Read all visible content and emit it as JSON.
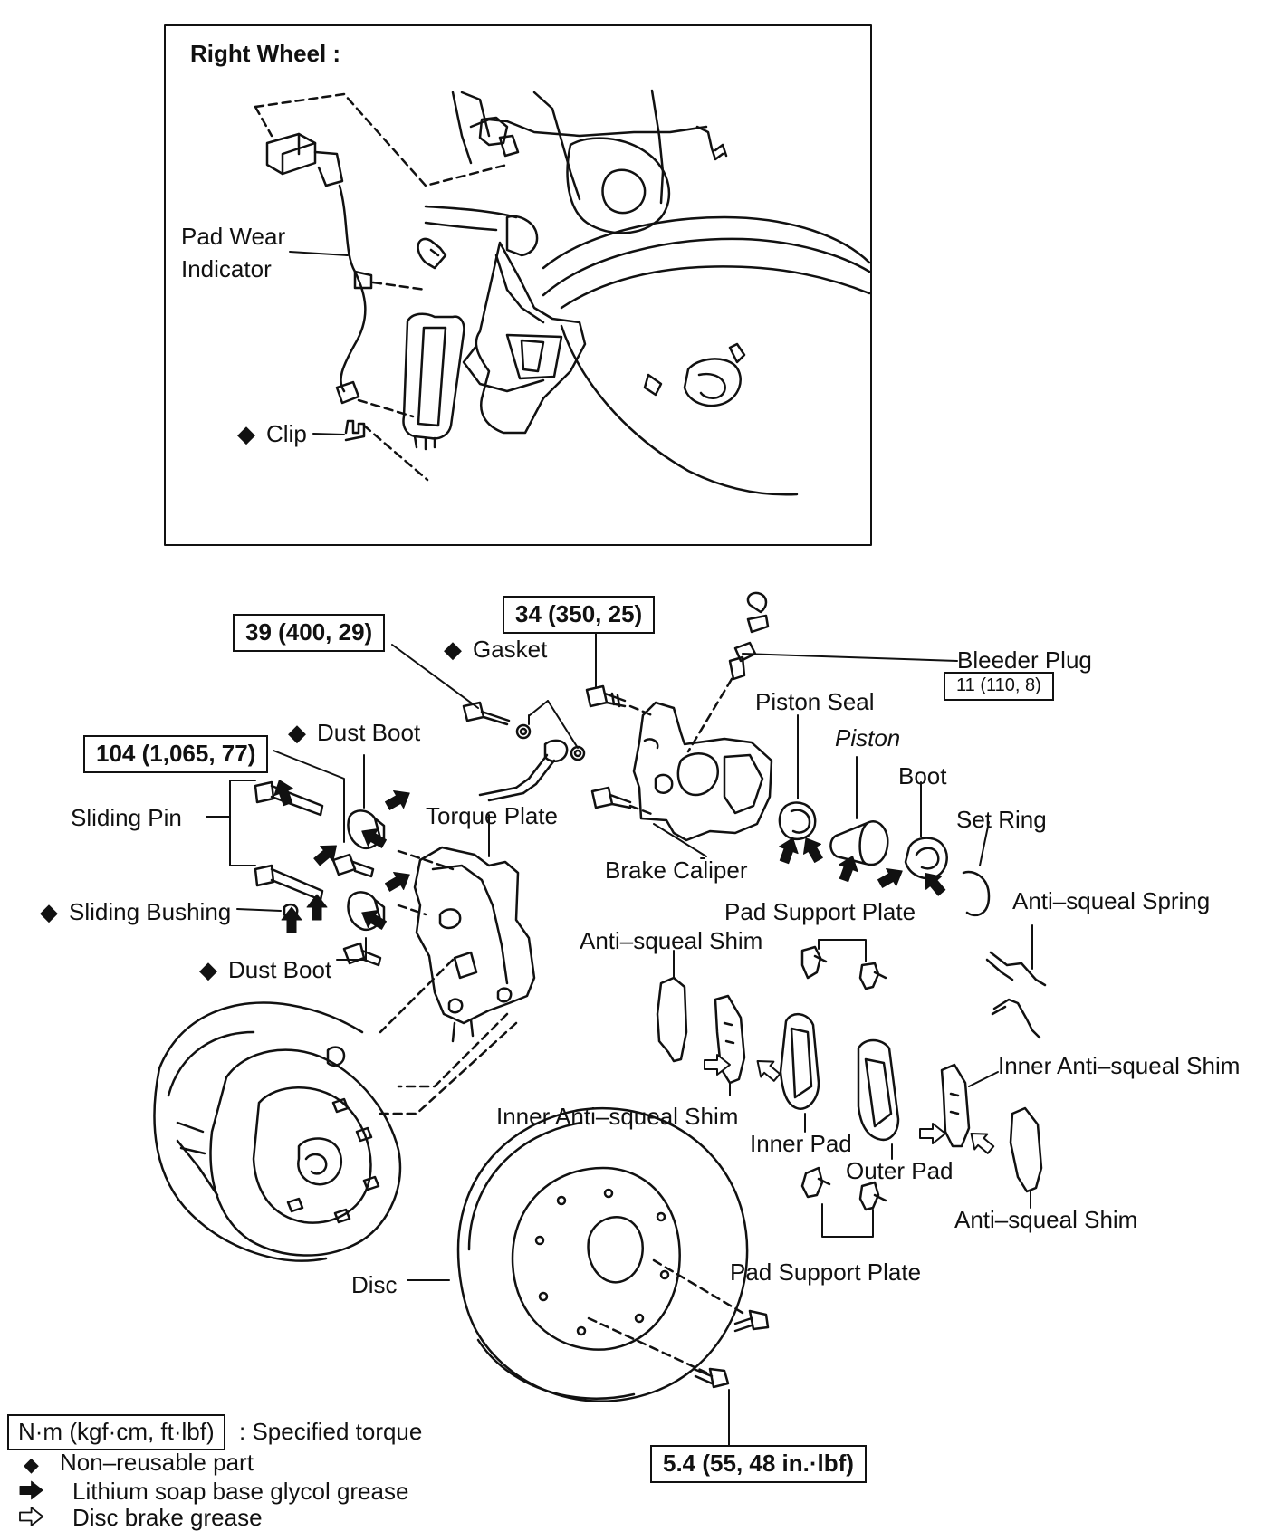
{
  "inset": {
    "title": "Right Wheel :",
    "labels": {
      "pad_wear_indicator_1": "Pad Wear",
      "pad_wear_indicator_2": "Indicator",
      "clip": "Clip"
    }
  },
  "labels": {
    "gasket": "Gasket",
    "bleeder_plug": "Bleeder Plug",
    "piston_seal": "Piston Seal",
    "piston": "Piston",
    "boot": "Boot",
    "set_ring": "Set Ring",
    "dust_boot_top": "Dust Boot",
    "torque_plate": "Torque Plate",
    "sliding_pin": "Sliding Pin",
    "brake_caliper": "Brake Caliper",
    "sliding_bushing": "Sliding Bushing",
    "pad_support_plate_top": "Pad Support Plate",
    "anti_squeal_spring": "Anti–squeal Spring",
    "anti_squeal_shim_left": "Anti–squeal Shim",
    "dust_boot_bottom": "Dust Boot",
    "inner_anti_squeal_shim_right": "Inner Anti–squeal Shim",
    "inner_anti_squeal_shim_left": "Inner Anti–squeal Shim",
    "inner_pad": "Inner Pad",
    "outer_pad": "Outer Pad",
    "anti_squeal_shim_right": "Anti–squeal Shim",
    "pad_support_plate_bottom": "Pad Support Plate",
    "disc": "Disc"
  },
  "torques": {
    "t39": "39 (400, 29)",
    "t34": "34 (350, 25)",
    "t11": "11 (110, 8)",
    "t104": "104 (1,065, 77)",
    "t54": "5.4 (55, 48 in.·lbf)"
  },
  "legend": {
    "unit_box": "N·m (kgf·cm, ft·lbf)",
    "unit_text": ": Specified torque",
    "non_reusable": "Non–reusable part",
    "lithium": "Lithium soap base glycol grease",
    "disc_grease": "Disc brake grease"
  }
}
